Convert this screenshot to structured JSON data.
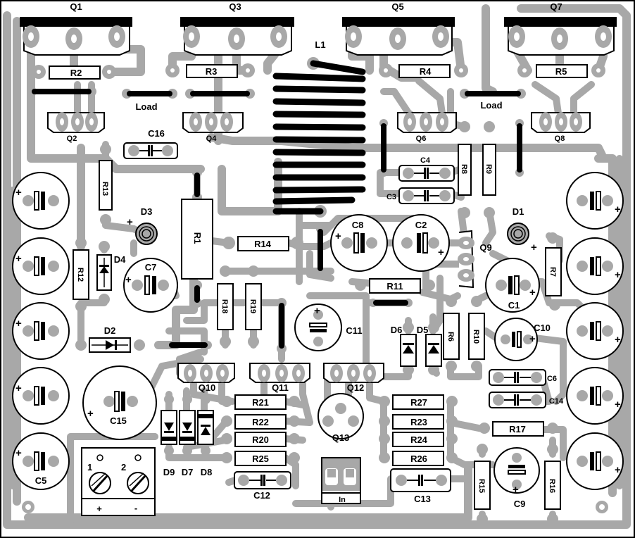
{
  "board": {
    "labels": {
      "q1": "Q1",
      "q3": "Q3",
      "q5": "Q5",
      "q7": "Q7",
      "l1": "L1",
      "r2": "R2",
      "r3": "R3",
      "r4": "R4",
      "r5": "R5",
      "load_left": "Load",
      "load_right": "Load",
      "q2": "Q2",
      "q4": "Q4",
      "q6": "Q6",
      "q8": "Q8",
      "c16": "C16",
      "c4": "C4",
      "c3": "C3",
      "r8": "R8",
      "r9": "R9",
      "r13": "R13",
      "d3": "D3",
      "d1": "D1",
      "d4": "D4",
      "r1": "R1",
      "r14": "R14",
      "c8": "C8",
      "c2": "C2",
      "q9": "Q9",
      "c7": "C7",
      "r12": "R12",
      "r7": "R7",
      "r11": "R11",
      "c1": "C1",
      "r18": "R18",
      "r19": "R19",
      "c11": "C11",
      "d6": "D6",
      "d5": "D5",
      "r6": "R6",
      "r10": "R10",
      "c10": "C10",
      "d2": "D2",
      "q10": "Q10",
      "q11": "Q11",
      "q12": "Q12",
      "c6": "C6",
      "c14": "C14",
      "c15": "C15",
      "r21": "R21",
      "r22": "R22",
      "r20": "R20",
      "r25": "R25",
      "r27": "R27",
      "r23": "R23",
      "r24": "R24",
      "r26": "R26",
      "q13": "Q13",
      "r17": "R17",
      "d9": "D9",
      "d7": "D7",
      "d8": "D8",
      "c12": "C12",
      "c13": "C13",
      "c9": "C9",
      "r15": "R15",
      "r16": "R16",
      "c5": "C5",
      "in": "In",
      "term1": "1",
      "term2": "2",
      "plus": "+",
      "minus": "-"
    }
  }
}
